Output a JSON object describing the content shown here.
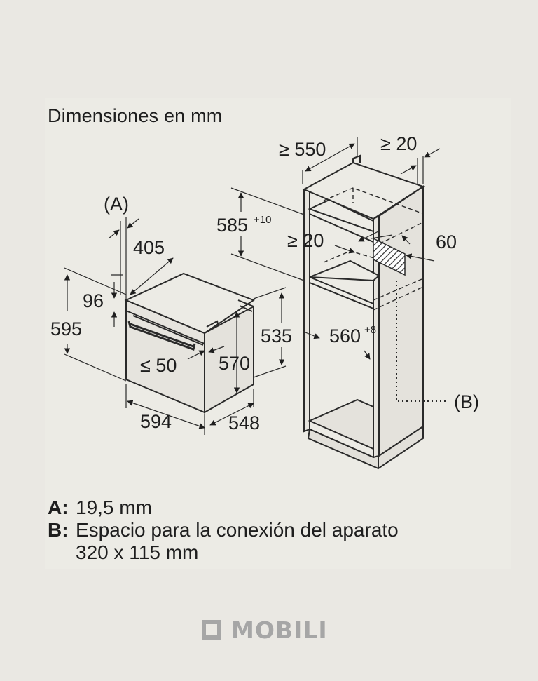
{
  "title": "Dimensiones en mm",
  "oven_dims": {
    "a_label": "(A)",
    "d405": "405",
    "d96": "96",
    "d595": "595",
    "d535": "535",
    "d570": "570",
    "d50": "≤ 50",
    "d594": "594",
    "d548": "548"
  },
  "cabinet_dims": {
    "d550": "≥ 550",
    "d20_top": "≥ 20",
    "d585": "585",
    "d585_sup": "+10",
    "d20_mid": "≥ 20",
    "d60": "60",
    "d560": "560",
    "d560_sup": "+8",
    "b_label": "(B)"
  },
  "legend": {
    "a_key": "A:",
    "a_text": "19,5 mm",
    "b_key": "B:",
    "b_text": "Espacio para la conexión del aparato",
    "b_text2": "320 x 115 mm"
  },
  "logo": {
    "text": "MOBILI"
  }
}
